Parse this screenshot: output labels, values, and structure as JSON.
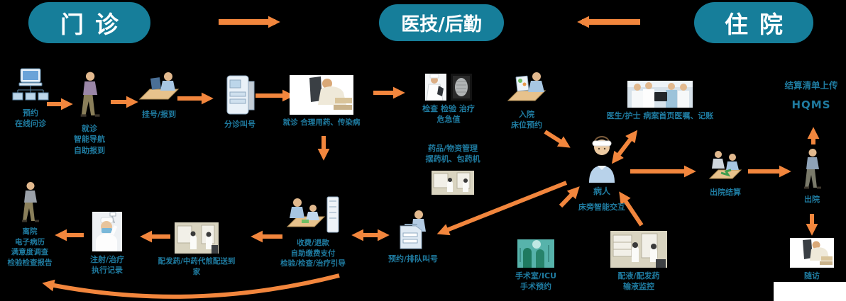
{
  "colors": {
    "background": "#000000",
    "pill": "#167e9a",
    "pill_text": "#ffffff",
    "label": "#1f7ba0",
    "arrow": "#f2863d"
  },
  "pills": {
    "outpatient": "门诊",
    "medtech": "医技/后勤",
    "inpatient": "住院"
  },
  "nodes": {
    "appointment": {
      "lines": [
        "预约",
        "在线问诊"
      ]
    },
    "visit_nav": {
      "lines": [
        "就诊",
        "智能导航",
        "自助报到"
      ]
    },
    "register": {
      "lines": [
        "挂号/报到"
      ]
    },
    "triage": {
      "lines": [
        "分诊叫号"
      ]
    },
    "consult": {
      "lines": [
        "就诊 合理用药、传染病"
      ]
    },
    "exam": {
      "lines": [
        "检查 检验 治疗",
        "危急值"
      ]
    },
    "admission": {
      "lines": [
        "入院",
        "床位预约"
      ]
    },
    "materials": {
      "lines": [
        "药品/物资管理",
        "摆药机、包药机"
      ]
    },
    "staff": {
      "lines": [
        "医生/护士  病案首页医嘱、记账"
      ]
    },
    "patient": {
      "lines": [
        "病人",
        "床旁智能交互"
      ]
    },
    "hqms": {
      "lines": [
        "结算清单上传",
        "HQMS"
      ]
    },
    "discharge_settle": {
      "lines": [
        "出院结算"
      ]
    },
    "discharge": {
      "lines": [
        "出院"
      ]
    },
    "followup": {
      "lines": [
        "随访"
      ]
    },
    "surgery": {
      "lines": [
        "手术室/ICU",
        "手术预约"
      ]
    },
    "infusion": {
      "lines": [
        "配液/配发药",
        "输液监控"
      ]
    },
    "fees": {
      "lines": [
        "收费/退款",
        "自助缴费支付",
        "检验/检查/治疗引导"
      ]
    },
    "queue": {
      "lines": [
        "预约/排队叫号"
      ]
    },
    "dispense": {
      "lines": [
        "配发药/中药代煎配送到",
        "家"
      ]
    },
    "inject": {
      "lines": [
        "注射/治疗",
        "执行记录"
      ]
    },
    "leave": {
      "lines": [
        "离院",
        "电子病历",
        "满意度调查",
        "检验检查报告"
      ]
    }
  }
}
